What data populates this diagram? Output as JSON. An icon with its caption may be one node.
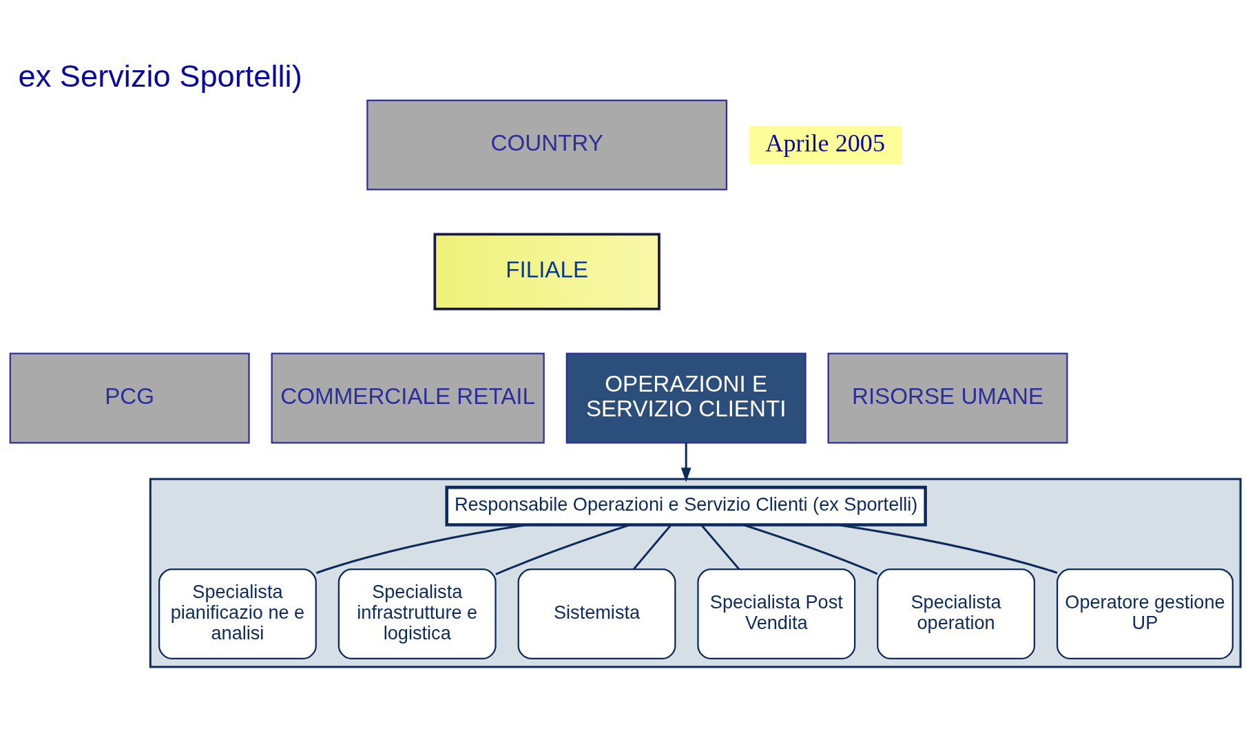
{
  "diagram": {
    "title": "ex Servizio Sportelli)",
    "nodes": [
      {
        "text": [
          "COUNTRY"
        ]
      },
      {
        "text": [
          "FILIALE"
        ]
      },
      {
        "text": [
          "PCG"
        ]
      },
      {
        "text": [
          "COMMERCIALE RETAIL"
        ]
      },
      {
        "text": [
          "OPERAZIONI E SERVIZIO CLIENTI"
        ]
      },
      {
        "text": [
          "RISORSE UMANE"
        ]
      },
      {
        "text": [],
        "shape": "box"
      },
      {
        "text": [
          "Responsabile Operazioni e Servizio Clienti (ex Sportelli)"
        ],
        "in": 6
      },
      {
        "text": [
          "Specialista pianificazio ne e analisi"
        ],
        "in": 6
      },
      {
        "text": [
          "Specialista infrastrutture e logistica"
        ],
        "in": 6
      },
      {
        "text": [
          "Sistemista"
        ],
        "in": 6
      },
      {
        "text": [
          "Specialista Post Vendita"
        ],
        "in": 6
      },
      {
        "text": [
          "Specialista operation"
        ],
        "in": 6
      },
      {
        "text": [
          "Operatore gestione UP"
        ],
        "in": 6
      }
    ],
    "edges": [
      {
        "from": 4,
        "to": 6,
        "arrow": "to"
      },
      {
        "from": 7,
        "to": 8,
        "arrow": "none"
      },
      {
        "from": 7,
        "to": 9,
        "arrow": "none"
      },
      {
        "from": 7,
        "to": 10,
        "arrow": "none"
      },
      {
        "from": 7,
        "to": 11,
        "arrow": "none"
      },
      {
        "from": 7,
        "to": 12,
        "arrow": "none"
      },
      {
        "from": 7,
        "to": 13,
        "arrow": "none"
      }
    ],
    "labels": [
      "Aprile 2005"
    ]
  }
}
